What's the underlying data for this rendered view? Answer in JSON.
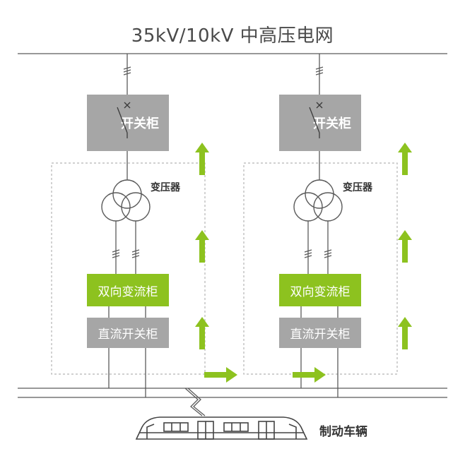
{
  "title": "35kV/10kV 中高压电网",
  "colors": {
    "line": "#5a5a5a",
    "gray_box": "#a6a6a6",
    "green": "#8dc21f",
    "dashed": "#b5b5b5"
  },
  "units": [
    {
      "switchgear": "开关柜",
      "transformer": "变压器",
      "converter": "双向变流柜",
      "dc_switchgear": "直流开关柜"
    },
    {
      "switchgear": "开关柜",
      "transformer": "变压器",
      "converter": "双向变流柜",
      "dc_switchgear": "直流开关柜"
    }
  ],
  "train": {
    "label": "制动车辆"
  }
}
